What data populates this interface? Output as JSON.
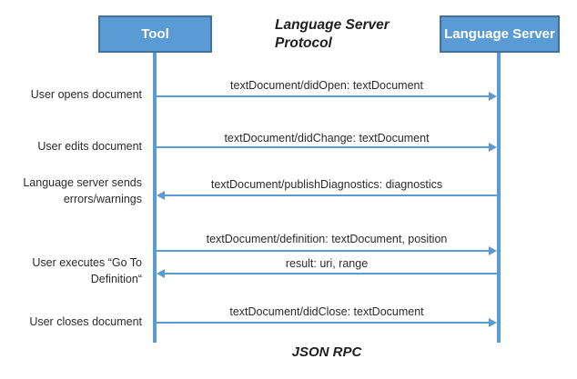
{
  "title": {
    "line1": "Language Server",
    "line2": "Protocol"
  },
  "footer_label": "JSON RPC",
  "actors": [
    {
      "label": "Tool"
    },
    {
      "label": "Language Server"
    }
  ],
  "colors": {
    "box_fill": "#5B9BD5",
    "box_border": "#41719C",
    "line": "#5B9BD5",
    "text": "#2b2b2b"
  },
  "side_labels": [
    {
      "text": "User opens document"
    },
    {
      "text": "User edits document"
    },
    {
      "text": "Language server sends\nerrors/warnings"
    },
    {
      "text": "User executes “Go To\nDefinition“"
    },
    {
      "text": "User closes document"
    }
  ],
  "messages": [
    {
      "label": "textDocument/didOpen: textDocument",
      "direction": "left-to-right"
    },
    {
      "label": "textDocument/didChange: textDocument",
      "direction": "left-to-right"
    },
    {
      "label": "textDocument/publishDiagnostics: diagnostics",
      "direction": "right-to-left"
    },
    {
      "label": "textDocument/definition: textDocument, position",
      "direction": "left-to-right"
    },
    {
      "label": "result: uri, range",
      "direction": "right-to-left"
    },
    {
      "label": "textDocument/didClose: textDocument",
      "direction": "left-to-right"
    }
  ]
}
